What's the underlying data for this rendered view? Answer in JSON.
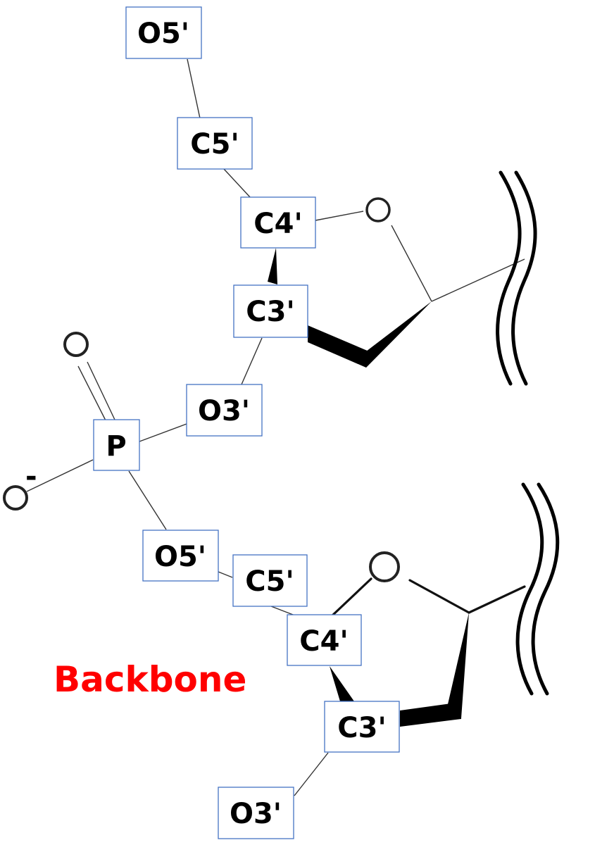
{
  "title": "Backbone",
  "colors": {
    "title": "#ff0000",
    "box_border": "#4472c4",
    "bond": "#000000"
  },
  "atoms": {
    "o5_top": "O5'",
    "c5_top": "C5'",
    "c4_top": "C4'",
    "c3_top": "C3'",
    "o3_top": "O3'",
    "p": "P",
    "o5_bottom": "O5'",
    "c5_bottom": "C5'",
    "c4_bottom": "C4'",
    "c3_bottom": "C3'",
    "o3_bottom": "O3'"
  },
  "charge": "-"
}
